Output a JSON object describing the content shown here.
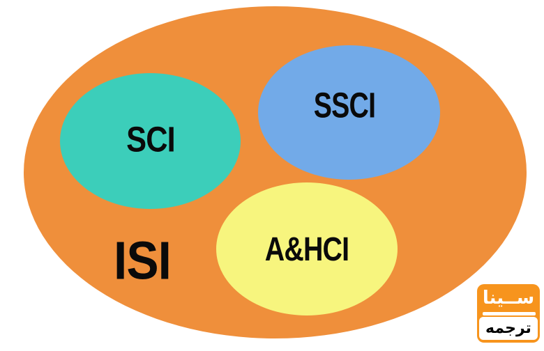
{
  "diagram": {
    "type": "euler-set-diagram",
    "background": "#FFFFFF",
    "text_color": "#0A0A0A",
    "outer_set": {
      "label": "ISI",
      "color": "#EF8F3B"
    },
    "inner_sets": [
      {
        "label": "SCI",
        "color": "#3CCEBA",
        "position": "upper-left"
      },
      {
        "label": "SSCI",
        "color": "#72AAE8",
        "position": "upper-right"
      },
      {
        "label": "A&HCI",
        "color": "#F7F57E",
        "position": "lower-center"
      }
    ]
  },
  "logo": {
    "line1": "ســينا",
    "line2": "ترجمه",
    "bg_color": "#F7941D",
    "line1_color": "#FFFFFF",
    "line2_color": "#000000"
  }
}
